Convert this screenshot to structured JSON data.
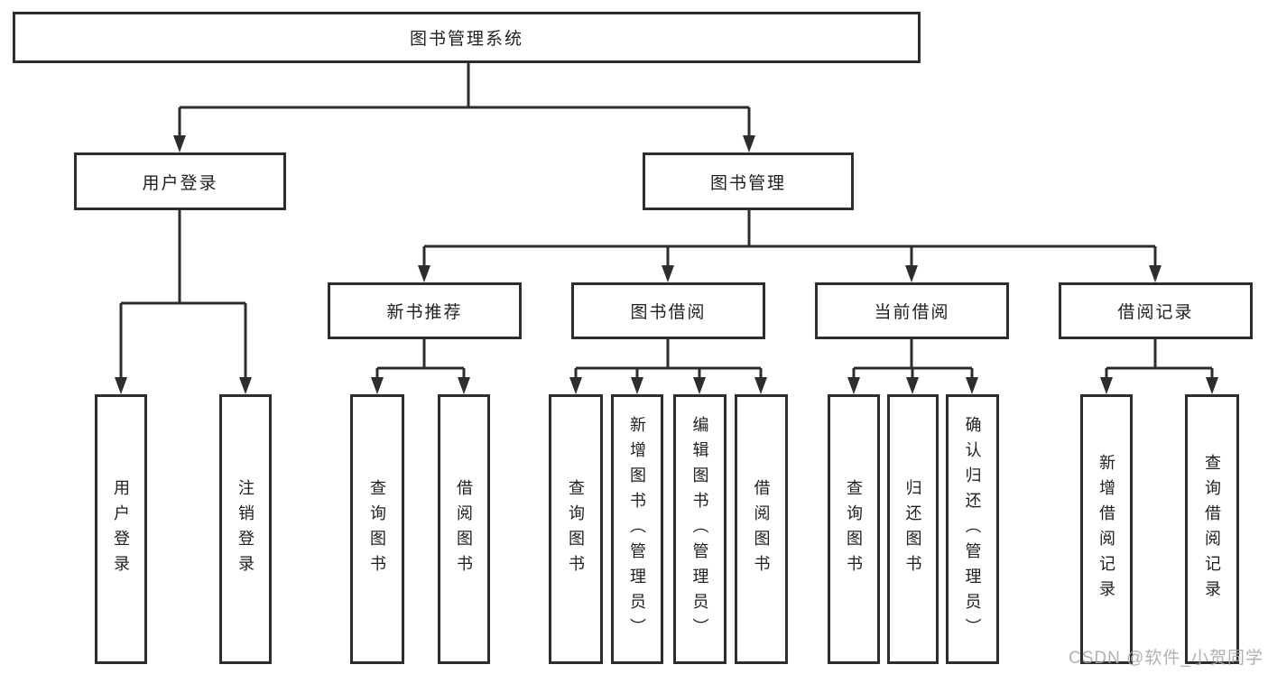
{
  "tree": {
    "root": {
      "label": "图书管理系统"
    },
    "branches": [
      {
        "label": "用户登录",
        "children": [
          {
            "label": "用户登录"
          },
          {
            "label": "注销登录"
          }
        ]
      },
      {
        "label": "图书管理",
        "children": [
          {
            "label": "新书推荐",
            "children": [
              {
                "label": "查询图书"
              },
              {
                "label": "借阅图书"
              }
            ]
          },
          {
            "label": "图书借阅",
            "children": [
              {
                "label": "查询图书"
              },
              {
                "label": "新增图书（管理员）"
              },
              {
                "label": "编辑图书（管理员）"
              },
              {
                "label": "借阅图书"
              }
            ]
          },
          {
            "label": "当前借阅",
            "children": [
              {
                "label": "查询图书"
              },
              {
                "label": "归还图书"
              },
              {
                "label": "确认归还（管理员）"
              }
            ]
          },
          {
            "label": "借阅记录",
            "children": [
              {
                "label": "新增借阅记录"
              },
              {
                "label": "查询借阅记录"
              }
            ]
          }
        ]
      }
    ]
  },
  "watermark": "CSDN @软件_小贺同学",
  "colors": {
    "line": "#2d2d2d",
    "text": "#1f1f1f",
    "watermark": "#a9a9a9",
    "background": "#ffffff"
  }
}
